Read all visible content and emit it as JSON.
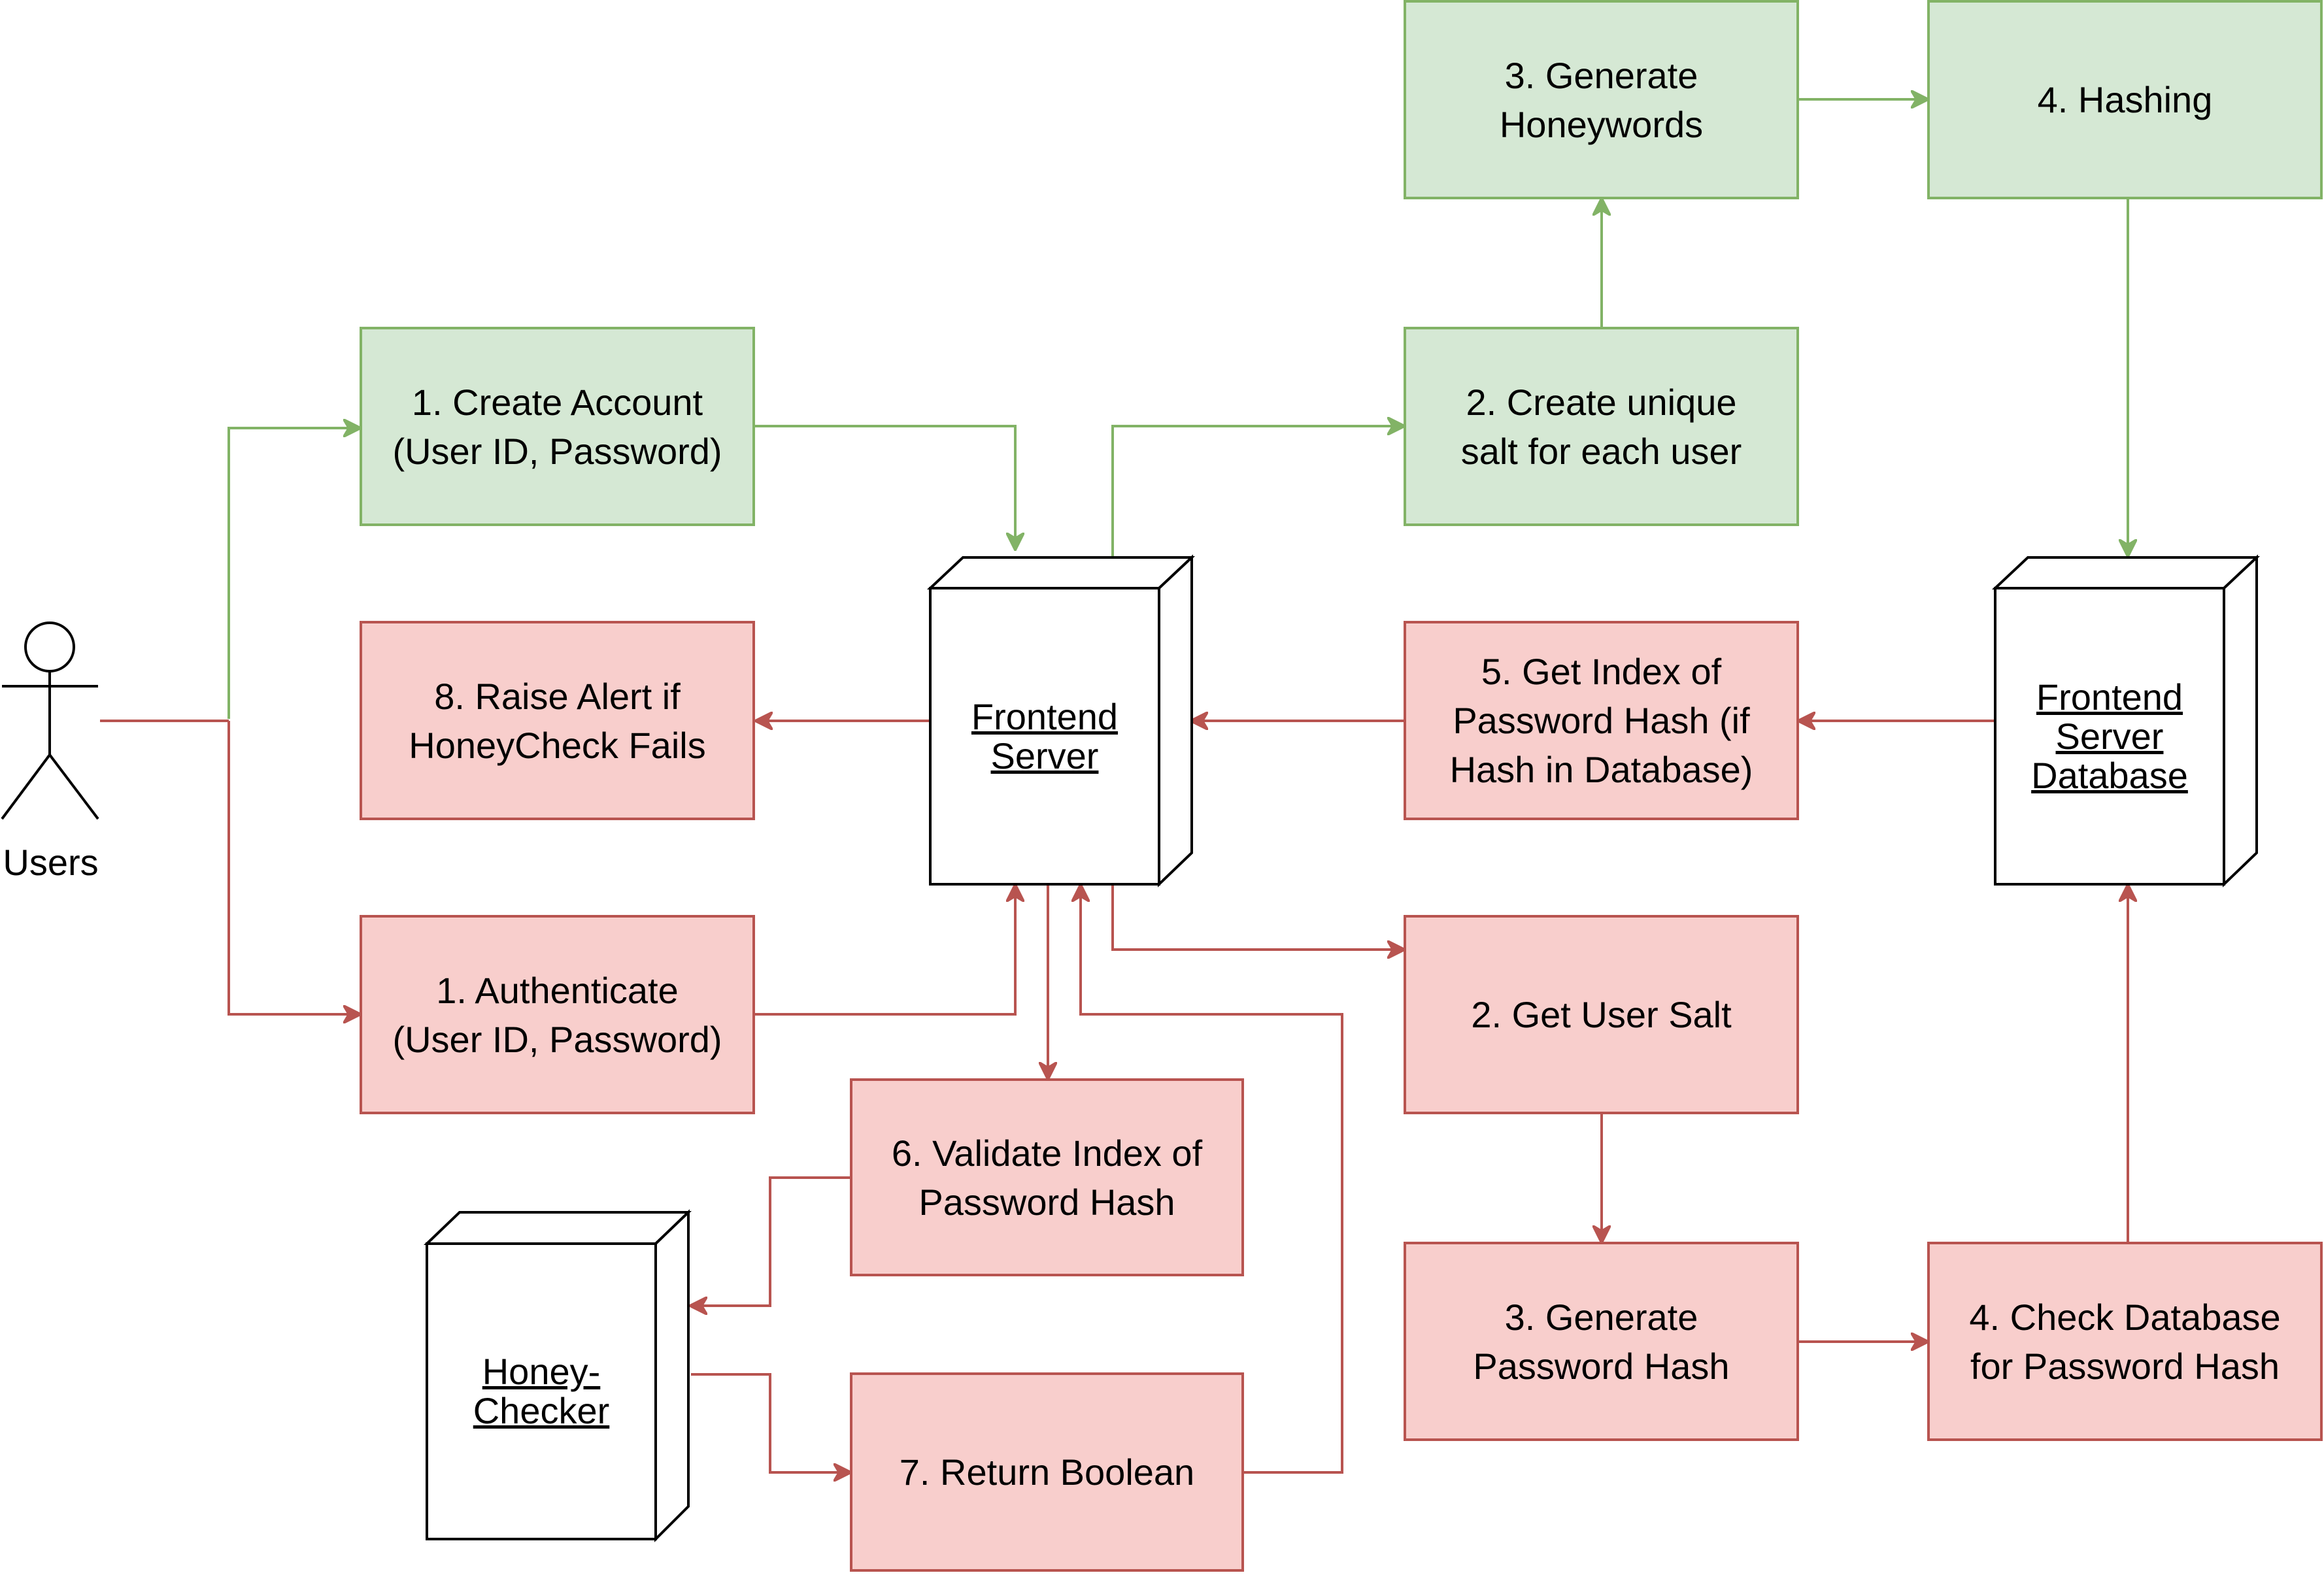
{
  "colors": {
    "green_fill": "#d5e8d4",
    "green_stroke": "#82b366",
    "red_fill": "#f8cecc",
    "red_stroke": "#b85450",
    "node_stroke": "#000000"
  },
  "actor": {
    "label": "Users",
    "icon": "stick-figure-icon"
  },
  "nodes": {
    "frontend_server": "Frontend\nServer",
    "frontend_db": "Frontend\nServer\nDatabase",
    "honey_checker": "Honey-\nChecker"
  },
  "registration_steps": {
    "create_account": "1. Create Account\n(User ID, Password)",
    "create_salt": "2. Create unique\nsalt for each user",
    "generate_honeywords": "3. Generate\nHoneywords",
    "hashing": "4. Hashing"
  },
  "authentication_steps": {
    "authenticate": "1. Authenticate\n(User ID, Password)",
    "get_salt": "2. Get User Salt",
    "generate_hash": "3. Generate\nPassword Hash",
    "check_db": "4. Check Database\nfor Password Hash",
    "get_index": "5. Get Index of\nPassword Hash (if\nHash in Database)",
    "validate_index": "6. Validate Index of\nPassword Hash",
    "return_boolean": "7. Return Boolean",
    "raise_alert": "8. Raise Alert if\nHoneyCheck Fails"
  }
}
